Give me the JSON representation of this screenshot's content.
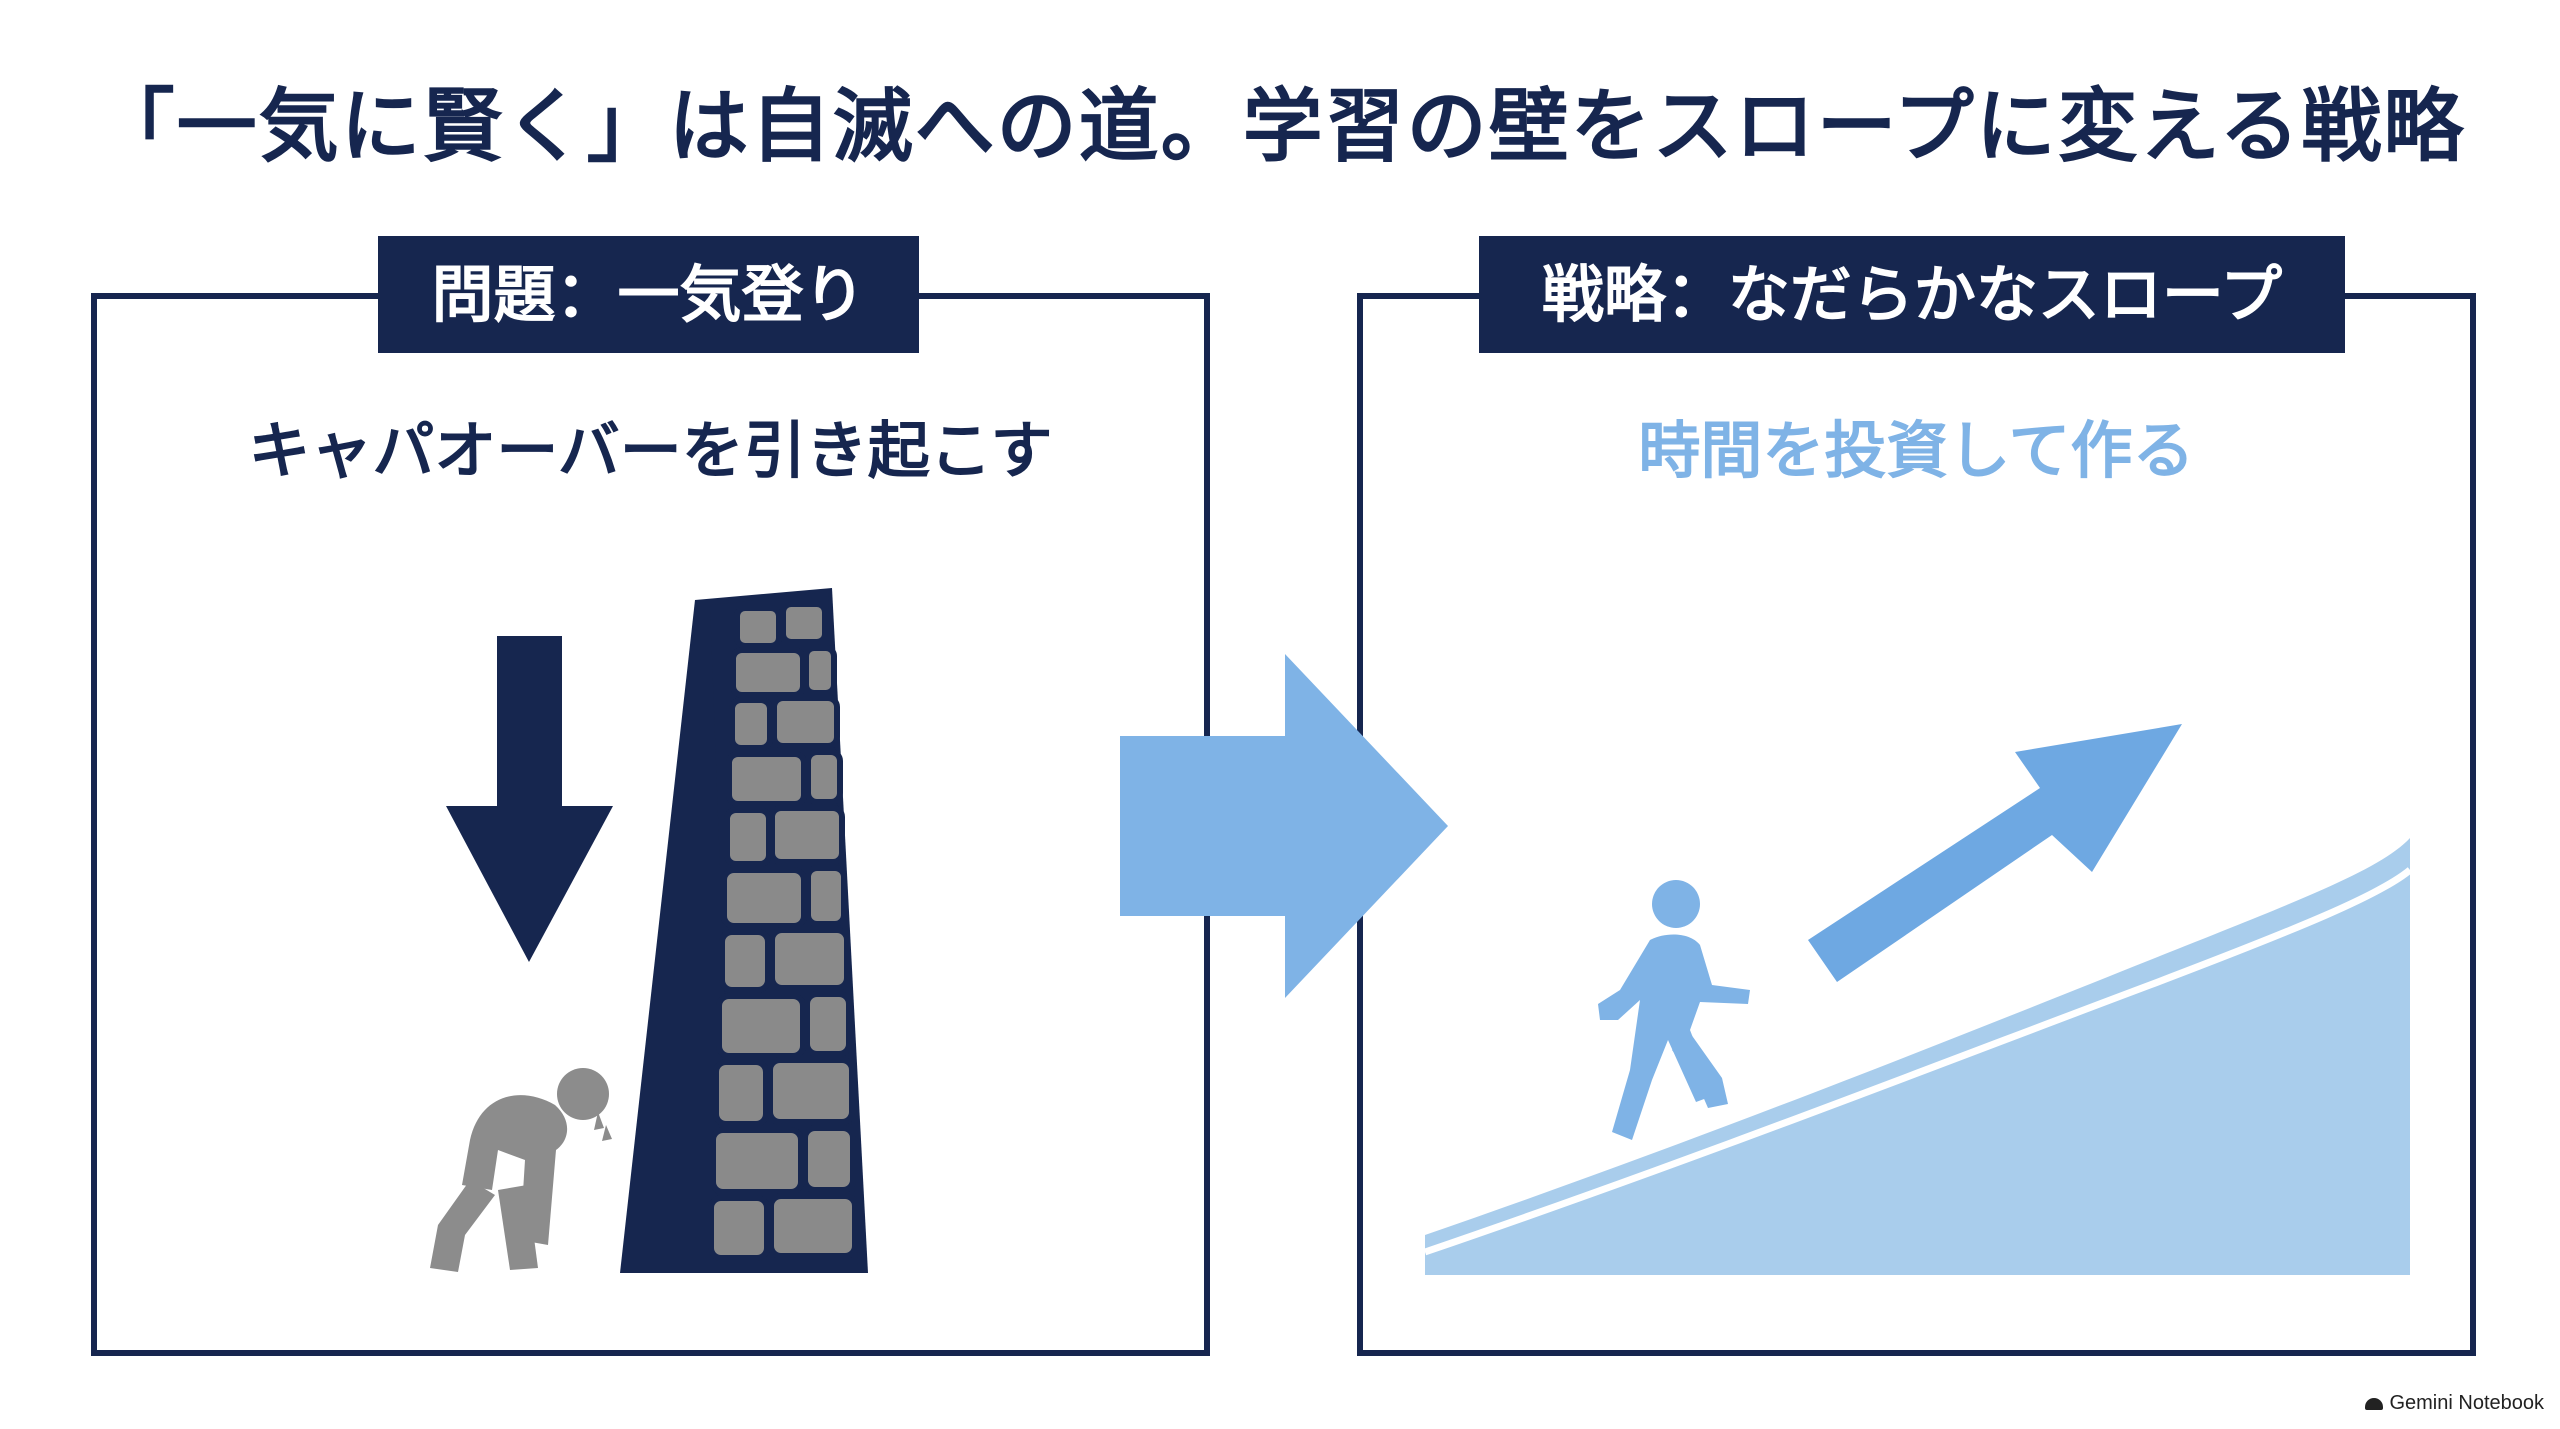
{
  "title": "「一気に賢く」は自滅への道。学習の壁をスロープに変える戦略",
  "left_panel": {
    "tag": "問題：一気登り",
    "subtitle": "キャパオーバーを引き起こす"
  },
  "right_panel": {
    "tag": "戦略：なだらかなスロープ",
    "subtitle": "時間を投資して作る"
  },
  "footer": {
    "brand": "Gemini Notebook"
  },
  "colors": {
    "navy": "#16264f",
    "light_blue": "#7fb3e6",
    "slope_blue": "#a9cdec",
    "stone_gray": "#8a8a8a",
    "figure_gray": "#8c8c8c"
  },
  "icons": [
    "down-arrow-icon",
    "stone-wall-icon",
    "exhausted-person-icon",
    "right-arrow-icon",
    "walking-person-icon",
    "up-right-arrow-icon",
    "slope-icon"
  ]
}
